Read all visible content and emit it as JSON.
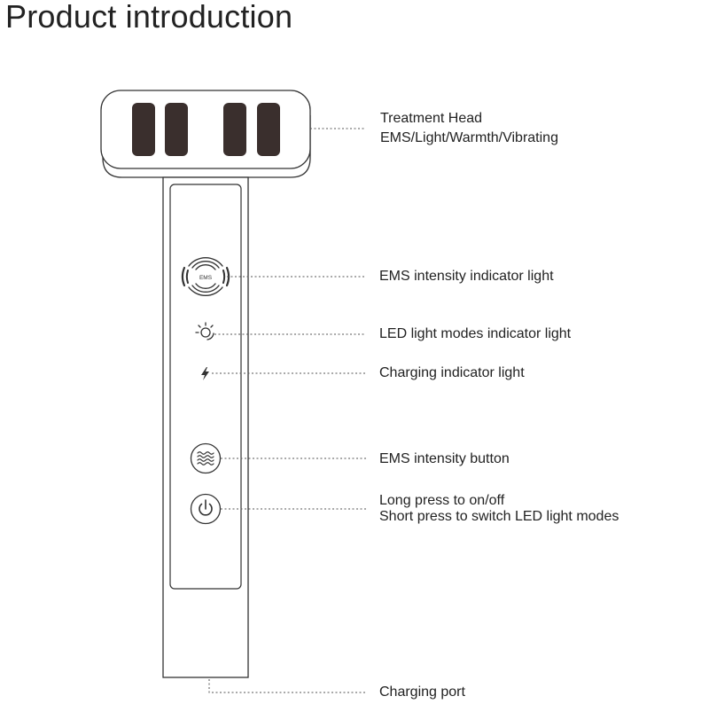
{
  "page_title": "Product introduction",
  "icons": {
    "ems_indicator_text": "EMS",
    "ems_indicator_icon": "ems-waves-icon",
    "led_icon": "sun-icon",
    "charging_icon": "lightning-bolt-icon",
    "ems_button_icon": "wave-lines-icon",
    "power_button_icon": "power-icon"
  },
  "labels": {
    "treatment_head_title": "Treatment Head",
    "treatment_head_sub": "EMS/Light/Warmth/Vibrating",
    "ems_indicator": "EMS intensity indicator light",
    "led_indicator": "LED light modes indicator light",
    "charging_indicator": "Charging indicator light",
    "ems_button": "EMS intensity button",
    "power_line1": "Long press to on/off",
    "power_line2": "Short press to switch LED light modes",
    "charging_port": "Charging port"
  },
  "colors": {
    "outline": "#333333",
    "electrode": "#3a2f2d",
    "callout": "#555555"
  }
}
